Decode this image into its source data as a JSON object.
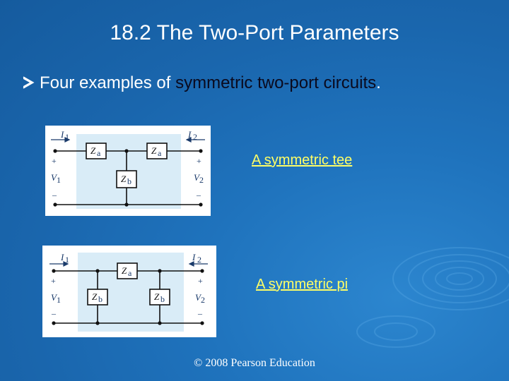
{
  "slide": {
    "title": "18.2 The Two-Port Parameters",
    "bullet": {
      "prefix": "Four examples of ",
      "highlight": "symmetric two-port circuits",
      "suffix": "."
    },
    "footer": "© 2008 Pearson Education"
  },
  "diagrams": [
    {
      "link_label": "A symmetric tee",
      "current_left": "I",
      "current_left_sub": "1",
      "current_right": "I",
      "current_right_sub": "2",
      "voltage_left": "V",
      "voltage_left_sub": "1",
      "voltage_right": "V",
      "voltage_right_sub": "2",
      "plus": "+",
      "minus": "–",
      "impedance_series": "Z",
      "impedance_series_sub": "a",
      "impedance_shunt": "Z",
      "impedance_shunt_sub": "b"
    },
    {
      "link_label": "A symmetric pi",
      "current_left": "I",
      "current_left_sub": "1",
      "current_right": "I",
      "current_right_sub": "2",
      "voltage_left": "V",
      "voltage_left_sub": "1",
      "voltage_right": "V",
      "voltage_right_sub": "2",
      "plus": "+",
      "minus": "–",
      "impedance_series": "Z",
      "impedance_series_sub": "a",
      "impedance_shunt": "Z",
      "impedance_shunt_sub": "b"
    }
  ],
  "colors": {
    "background": "#1f73bd",
    "title_text": "#ffffff",
    "highlight_text": "#0a0a1e",
    "link_text": "#ffff66",
    "diagram_box": "#d9ecf7"
  }
}
